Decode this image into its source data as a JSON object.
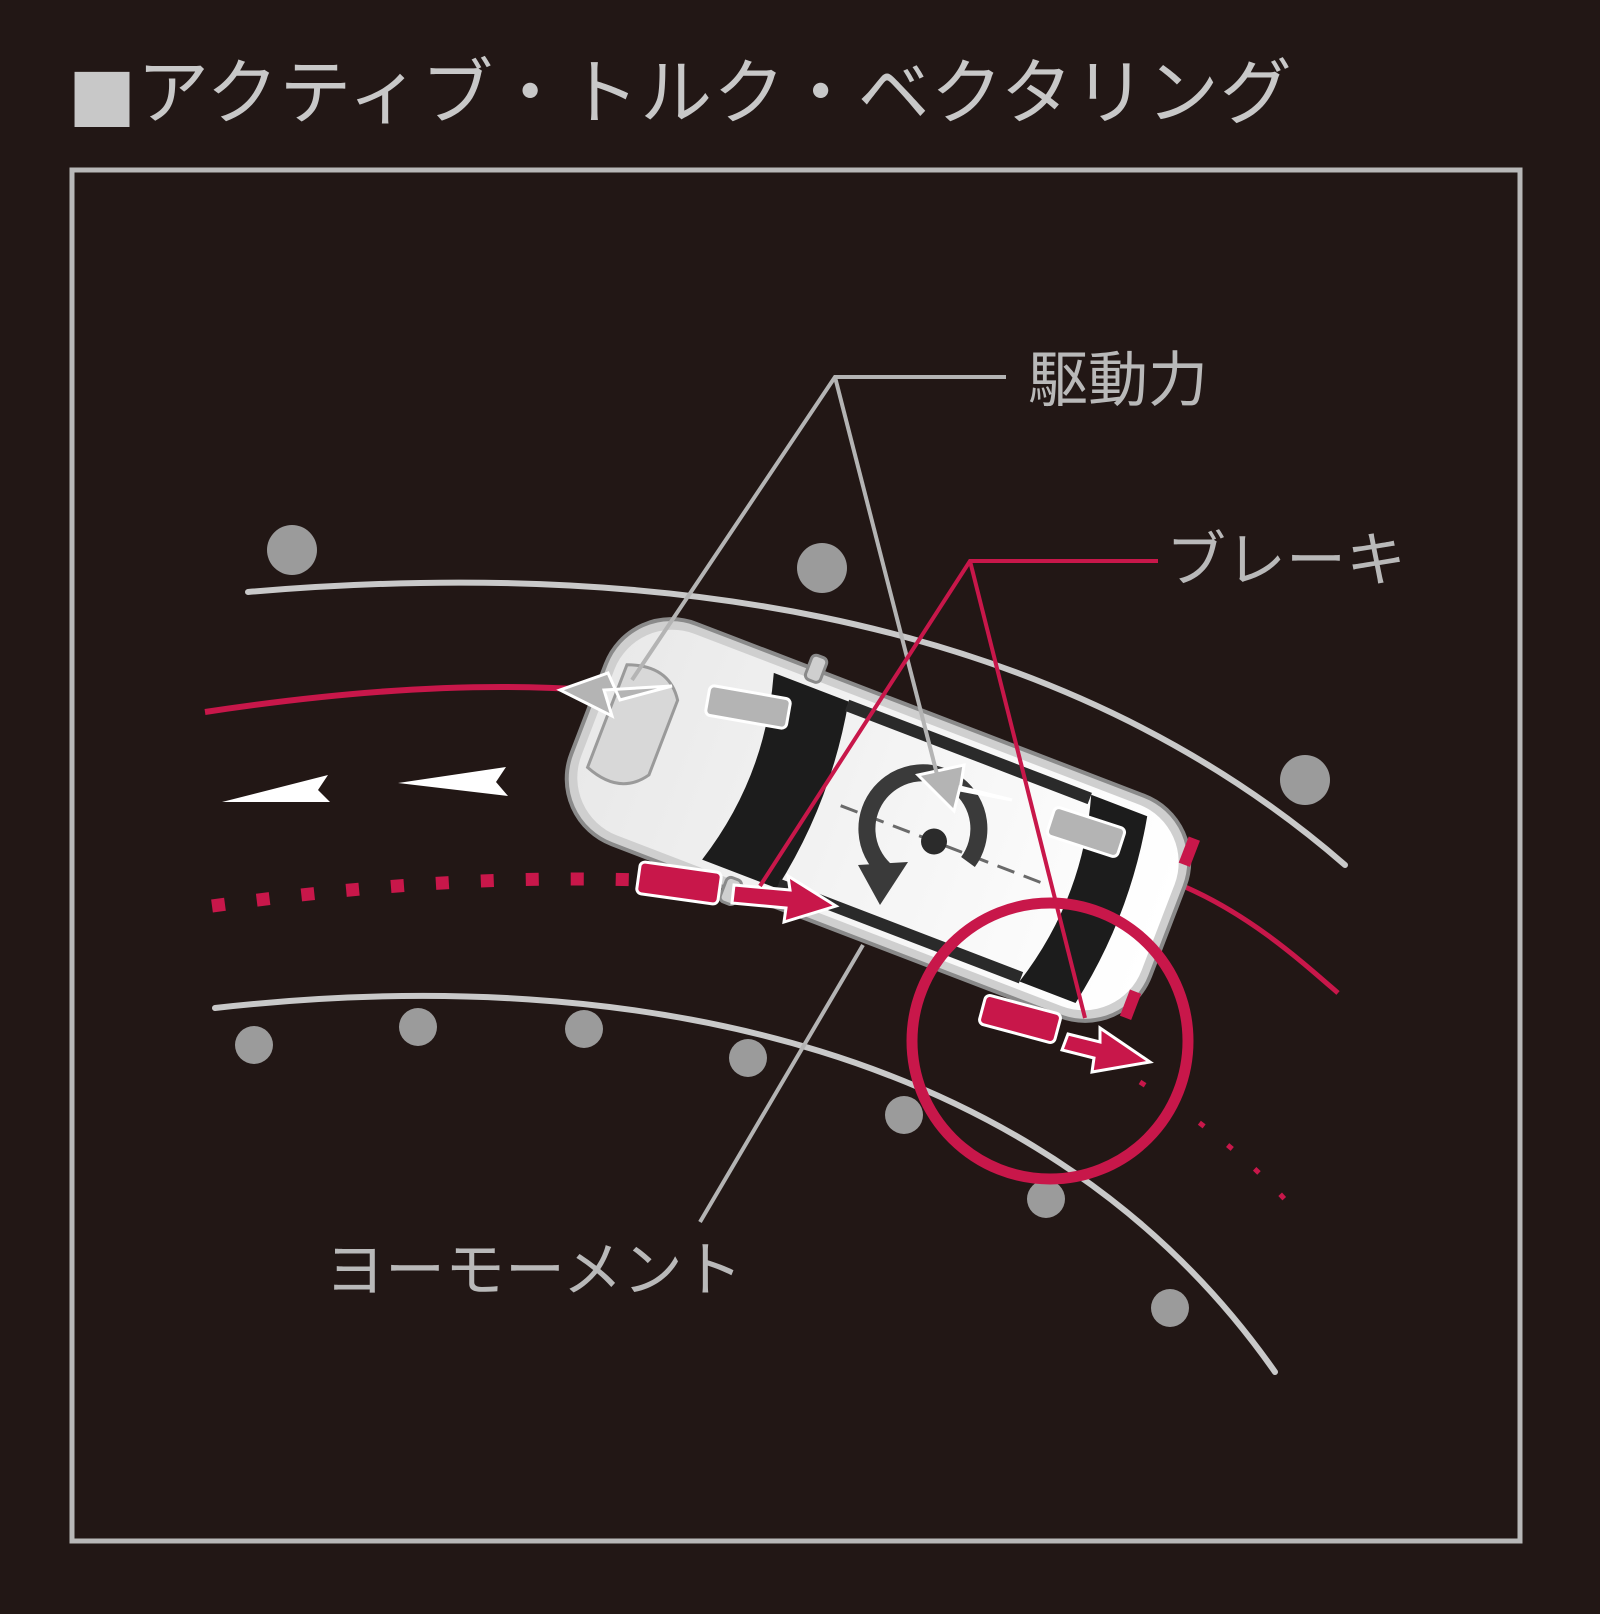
{
  "title": "■アクティブ・トルク・ベクタリング",
  "labels": {
    "drive_force": "駆動力",
    "brake": "ブレーキ",
    "yaw_moment": "ヨーモーメント"
  },
  "colors": {
    "background": "#221715",
    "frame": "#b8b8b8",
    "road_line": "#c9c9c9",
    "path_red": "#c8174a",
    "brake_marker": "#c8174a",
    "drive_marker": "#b4b4b4",
    "cone": "#9b9b9b"
  }
}
